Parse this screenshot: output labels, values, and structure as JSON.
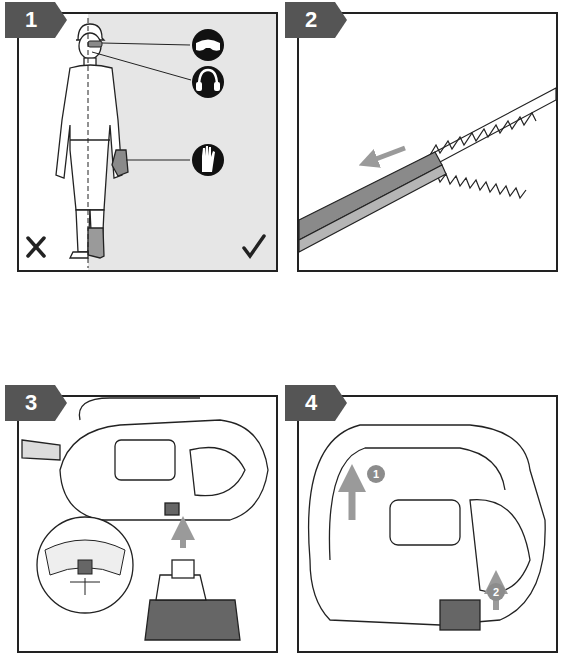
{
  "diagram": {
    "nodes": [
      {
        "text": [
          "1"
        ]
      },
      {
        "text": [
          "2"
        ]
      },
      {
        "text": [
          "3"
        ]
      },
      {
        "text": [
          "4"
        ]
      },
      {
        "text": [
          "1"
        ]
      },
      {
        "text": [
          "2"
        ]
      }
    ]
  }
}
